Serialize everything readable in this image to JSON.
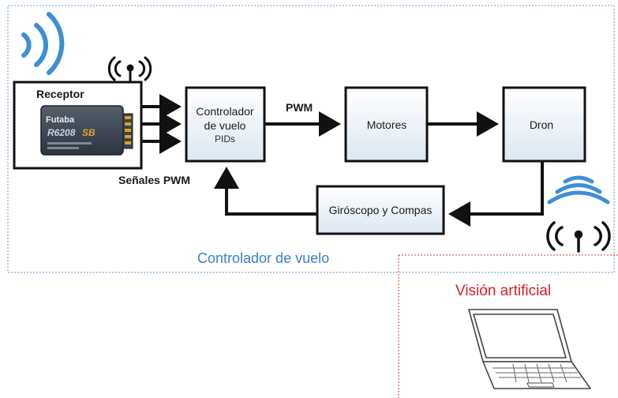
{
  "colors": {
    "flight_frame": "#5b9bd5",
    "vision_frame": "#e03030",
    "box_fill_top": "#ffffff",
    "box_fill_bottom": "#dfe9f5",
    "wifi_blue": "#3d8fd6"
  },
  "flight_controller_frame": {
    "caption": "Controlador de vuelo"
  },
  "receptor": {
    "title": "Receptor",
    "device_brand": "Futaba",
    "device_model": "R6208",
    "device_model_suffix": "SB"
  },
  "blocks": {
    "controller": {
      "line1": "Controlador",
      "line2": "de vuelo",
      "sub": "PIDs"
    },
    "motors": {
      "label": "Motores"
    },
    "drone": {
      "label": "Dron"
    },
    "gyro": {
      "label": "Giróscopo y Compas"
    }
  },
  "edges": {
    "pwm": "PWM",
    "pwm_signals": "Señales PWM"
  },
  "vision_frame": {
    "caption": "Visión artificial"
  },
  "icons": [
    "wifi-waves-icon",
    "antenna-icon",
    "radio-receiver-icon",
    "laptop-icon"
  ]
}
